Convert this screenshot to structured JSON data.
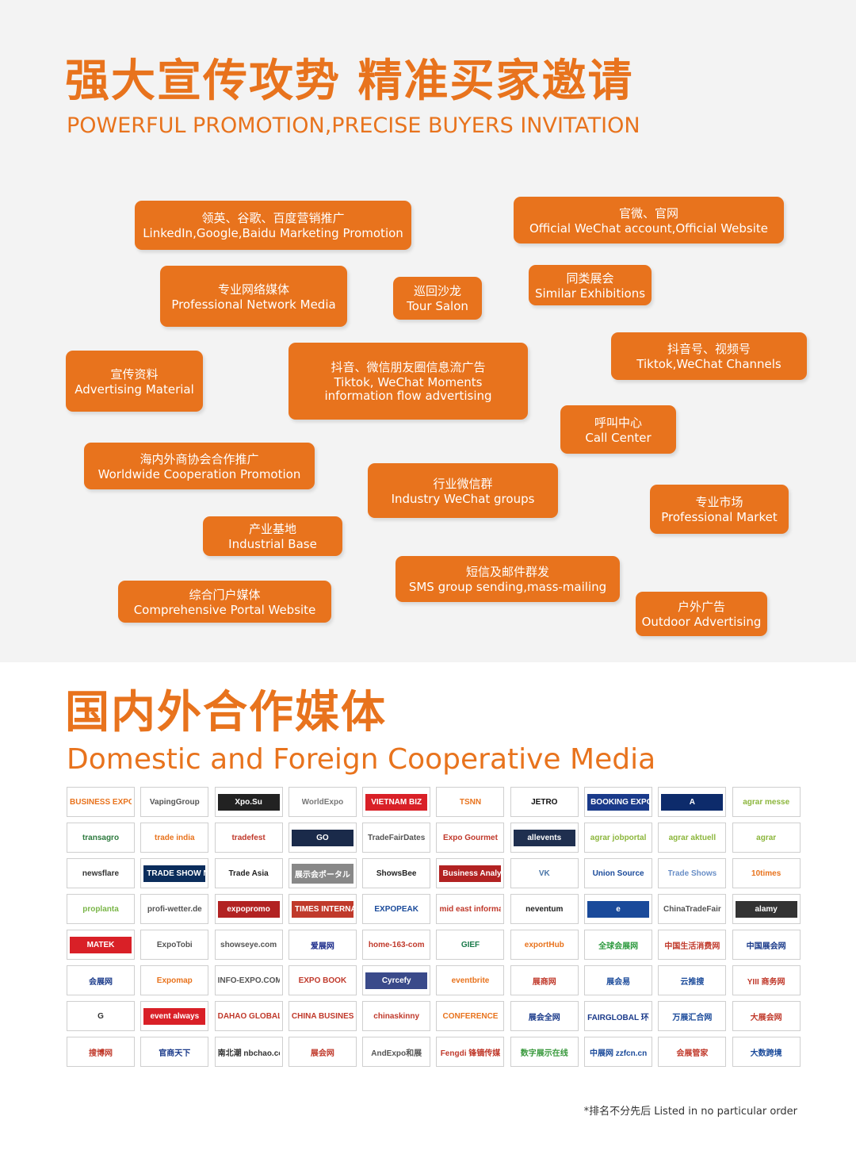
{
  "section1": {
    "title_cn": "强大宣传攻势 精准买家邀请",
    "title_en": "POWERFUL PROMOTION,PRECISE BUYERS INVITATION",
    "accent_color": "#e8731d",
    "pills": [
      {
        "cn": "领英、谷歌、百度营销推广",
        "en": "LinkedIn,Google,Baidu Marketing Promotion"
      },
      {
        "cn": "官微、官网",
        "en": "Official WeChat account,Official Website"
      },
      {
        "cn": "专业网络媒体",
        "en": "Professional Network Media"
      },
      {
        "cn": "巡回沙龙",
        "en": "Tour Salon"
      },
      {
        "cn": "同类展会",
        "en": "Similar Exhibitions"
      },
      {
        "cn": "宣传资料",
        "en": "Advertising Material"
      },
      {
        "cn": "抖音、微信朋友圈信息流广告",
        "en": "Tiktok, WeChat Moments",
        "en2": "information flow advertising"
      },
      {
        "cn": "抖音号、视频号",
        "en": "Tiktok,WeChat Channels"
      },
      {
        "cn": "呼叫中心",
        "en": "Call Center"
      },
      {
        "cn": "海内外商协会合作推广",
        "en": "Worldwide Cooperation Promotion"
      },
      {
        "cn": "行业微信群",
        "en": "Industry WeChat groups"
      },
      {
        "cn": "专业市场",
        "en": "Professional Market"
      },
      {
        "cn": "产业基地",
        "en": "Industrial Base"
      },
      {
        "cn": "短信及邮件群发",
        "en": "SMS group sending,mass-mailing"
      },
      {
        "cn": "综合门户媒体",
        "en": "Comprehensive Portal Website"
      },
      {
        "cn": "户外广告",
        "en": "Outdoor Advertising"
      }
    ]
  },
  "section2": {
    "title_cn": "国内外合作媒体",
    "title_en": "Domestic and Foreign Cooperative Media",
    "logos": [
      {
        "name": "BUSINESS EXPO",
        "bg": "#ffffff",
        "fg": "#e8731d"
      },
      {
        "name": "VapingGroup",
        "bg": "#ffffff",
        "fg": "#555555"
      },
      {
        "name": "Xpo.Su",
        "bg": "#222222",
        "fg": "#ffffff"
      },
      {
        "name": "WorldExpo",
        "bg": "#ffffff",
        "fg": "#777777"
      },
      {
        "name": "VIETNAM BIZ",
        "bg": "#d92027",
        "fg": "#ffffff"
      },
      {
        "name": "TSNN",
        "bg": "#ffffff",
        "fg": "#e8731d"
      },
      {
        "name": "JETRO",
        "bg": "#ffffff",
        "fg": "#111111"
      },
      {
        "name": "BOOKING EXPO",
        "bg": "#1a3a8a",
        "fg": "#ffffff"
      },
      {
        "name": "A",
        "bg": "#0d2b6b",
        "fg": "#ffffff"
      },
      {
        "name": "agrar messe",
        "bg": "#ffffff",
        "fg": "#8cb63c"
      },
      {
        "name": "transagro",
        "bg": "#ffffff",
        "fg": "#2d7a3e"
      },
      {
        "name": "trade india",
        "bg": "#ffffff",
        "fg": "#e8731d"
      },
      {
        "name": "tradefest",
        "bg": "#ffffff",
        "fg": "#c0392b"
      },
      {
        "name": "GO",
        "bg": "#1a2a4a",
        "fg": "#ffffff"
      },
      {
        "name": "TradeFairDates",
        "bg": "#ffffff",
        "fg": "#555555"
      },
      {
        "name": "Expo Gourmet",
        "bg": "#ffffff",
        "fg": "#c0392b"
      },
      {
        "name": "allevents",
        "bg": "#1f2f4f",
        "fg": "#ffffff"
      },
      {
        "name": "agrar jobportal",
        "bg": "#ffffff",
        "fg": "#8cb63c"
      },
      {
        "name": "agrar aktuell",
        "bg": "#ffffff",
        "fg": "#8cb63c"
      },
      {
        "name": "agrar",
        "bg": "#ffffff",
        "fg": "#8cb63c"
      },
      {
        "name": "newsflare",
        "bg": "#ffffff",
        "fg": "#333333"
      },
      {
        "name": "TRADE SHOW NEWS",
        "bg": "#0b2d5c",
        "fg": "#ffffff"
      },
      {
        "name": "Trade Asia",
        "bg": "#ffffff",
        "fg": "#222222"
      },
      {
        "name": "展示会ポータル",
        "bg": "#888888",
        "fg": "#ffffff"
      },
      {
        "name": "ShowsBee",
        "bg": "#ffffff",
        "fg": "#222222"
      },
      {
        "name": "Business Analysis",
        "bg": "#b22222",
        "fg": "#ffffff"
      },
      {
        "name": "VK",
        "bg": "#ffffff",
        "fg": "#4a76a8"
      },
      {
        "name": "Union Source",
        "bg": "#ffffff",
        "fg": "#1a4a9a"
      },
      {
        "name": "Trade Shows",
        "bg": "#ffffff",
        "fg": "#6a8fc7"
      },
      {
        "name": "10times",
        "bg": "#ffffff",
        "fg": "#e8731d"
      },
      {
        "name": "proplanta",
        "bg": "#ffffff",
        "fg": "#7ab648"
      },
      {
        "name": "profi-wetter.de",
        "bg": "#ffffff",
        "fg": "#555555"
      },
      {
        "name": "expopromo",
        "bg": "#b22222",
        "fg": "#ffffff"
      },
      {
        "name": "TIMES INTERNATIONAL",
        "bg": "#c0392b",
        "fg": "#ffffff"
      },
      {
        "name": "EXPOPEAK",
        "bg": "#ffffff",
        "fg": "#1a4a9a"
      },
      {
        "name": "mid east information",
        "bg": "#ffffff",
        "fg": "#c0392b"
      },
      {
        "name": "neventum",
        "bg": "#ffffff",
        "fg": "#222222"
      },
      {
        "name": "e",
        "bg": "#1a4a9a",
        "fg": "#ffffff"
      },
      {
        "name": "ChinaTradeFair",
        "bg": "#ffffff",
        "fg": "#555555"
      },
      {
        "name": "alamy",
        "bg": "#333333",
        "fg": "#ffffff"
      },
      {
        "name": "MATEK",
        "bg": "#d92027",
        "fg": "#ffffff"
      },
      {
        "name": "ExpoTobi",
        "bg": "#ffffff",
        "fg": "#555555"
      },
      {
        "name": "showseye.com",
        "bg": "#ffffff",
        "fg": "#555555"
      },
      {
        "name": "爱展网",
        "bg": "#ffffff",
        "fg": "#1a2a8a"
      },
      {
        "name": "home-163-com",
        "bg": "#ffffff",
        "fg": "#c0392b"
      },
      {
        "name": "GIEF",
        "bg": "#ffffff",
        "fg": "#1a7a4a"
      },
      {
        "name": "exportHub",
        "bg": "#ffffff",
        "fg": "#e8731d"
      },
      {
        "name": "全球会展网",
        "bg": "#ffffff",
        "fg": "#2d9a3e"
      },
      {
        "name": "中国生活消费网",
        "bg": "#ffffff",
        "fg": "#c0392b"
      },
      {
        "name": "中国展会网",
        "bg": "#ffffff",
        "fg": "#1a3a8a"
      },
      {
        "name": "会展网",
        "bg": "#ffffff",
        "fg": "#1a3a8a"
      },
      {
        "name": "Expomap",
        "bg": "#ffffff",
        "fg": "#e8731d"
      },
      {
        "name": "INFO-EXPO.COM",
        "bg": "#ffffff",
        "fg": "#555555"
      },
      {
        "name": "EXPO BOOK",
        "bg": "#ffffff",
        "fg": "#c0392b"
      },
      {
        "name": "Cyrcefy",
        "bg": "#3a4a8a",
        "fg": "#ffffff"
      },
      {
        "name": "eventbrite",
        "bg": "#ffffff",
        "fg": "#e8731d"
      },
      {
        "name": "展商网",
        "bg": "#ffffff",
        "fg": "#c0392b"
      },
      {
        "name": "展会易",
        "bg": "#ffffff",
        "fg": "#1a4a9a"
      },
      {
        "name": "云推搜",
        "bg": "#ffffff",
        "fg": "#1a4a9a"
      },
      {
        "name": "YIII 商务网",
        "bg": "#ffffff",
        "fg": "#c0392b"
      },
      {
        "name": "G",
        "bg": "#ffffff",
        "fg": "#333333"
      },
      {
        "name": "event always",
        "bg": "#d92027",
        "fg": "#ffffff"
      },
      {
        "name": "DAHAO GLOBAL",
        "bg": "#ffffff",
        "fg": "#c0392b"
      },
      {
        "name": "CHINA BUSINESS FORUM",
        "bg": "#ffffff",
        "fg": "#c0392b"
      },
      {
        "name": "chinaskinny",
        "bg": "#ffffff",
        "fg": "#c0392b"
      },
      {
        "name": "CONFERENCE",
        "bg": "#ffffff",
        "fg": "#e8731d"
      },
      {
        "name": "展会全网",
        "bg": "#ffffff",
        "fg": "#1a3a8a"
      },
      {
        "name": "FAIRGLOBAL 环球会展网",
        "bg": "#ffffff",
        "fg": "#1a3a8a"
      },
      {
        "name": "万展汇合网",
        "bg": "#ffffff",
        "fg": "#1a4a9a"
      },
      {
        "name": "大展会网",
        "bg": "#ffffff",
        "fg": "#c0392b"
      },
      {
        "name": "搜博网",
        "bg": "#ffffff",
        "fg": "#c0392b"
      },
      {
        "name": "官商天下",
        "bg": "#ffffff",
        "fg": "#1a3a8a"
      },
      {
        "name": "南北潮 nbchao.com",
        "bg": "#ffffff",
        "fg": "#333333"
      },
      {
        "name": "展会网",
        "bg": "#ffffff",
        "fg": "#c0392b"
      },
      {
        "name": "AndExpo和展",
        "bg": "#ffffff",
        "fg": "#555555"
      },
      {
        "name": "Fengdi 锋镝传媒",
        "bg": "#ffffff",
        "fg": "#c0392b"
      },
      {
        "name": "数字展示在线",
        "bg": "#ffffff",
        "fg": "#3a9a3e"
      },
      {
        "name": "中展网 zzfcn.cn",
        "bg": "#ffffff",
        "fg": "#1a4a9a"
      },
      {
        "name": "会展管家",
        "bg": "#ffffff",
        "fg": "#c0392b"
      },
      {
        "name": "大数跨境",
        "bg": "#ffffff",
        "fg": "#1a4a9a"
      }
    ]
  },
  "footnote": "*排名不分先后 Listed in no particular order"
}
